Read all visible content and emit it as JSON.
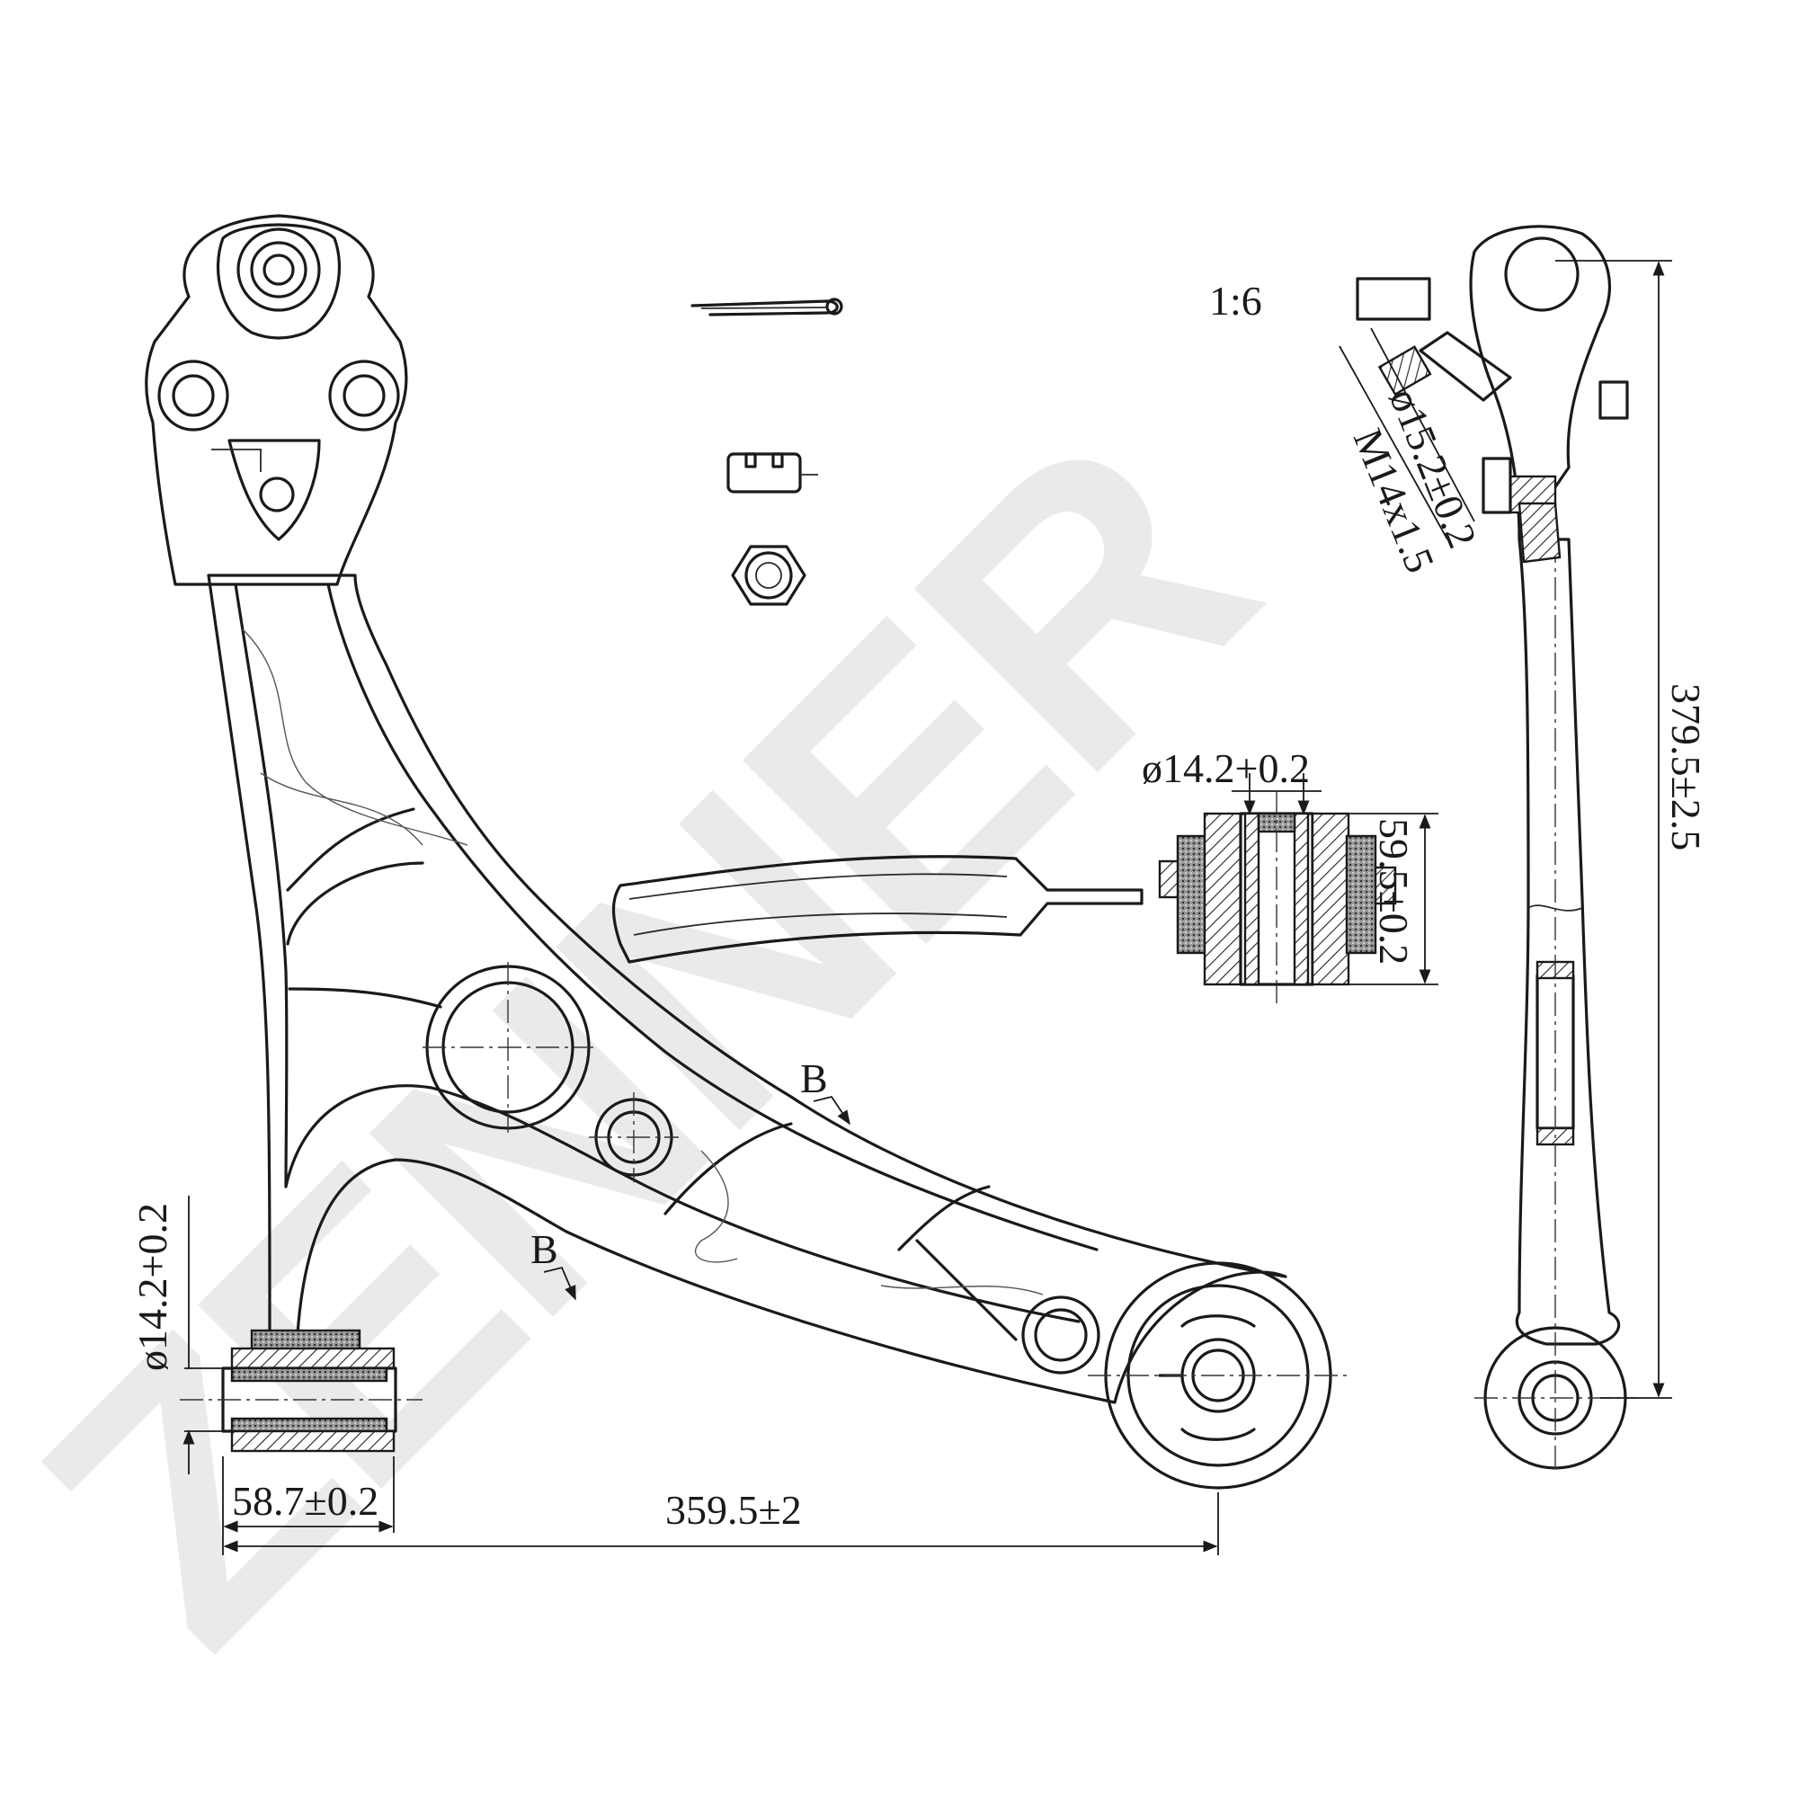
{
  "drawing": {
    "scale": "1:6",
    "watermark": "ZENNER",
    "section_marker": "B",
    "dimensions": {
      "front_bushing_diameter": "ø14.2+0.2",
      "rear_bushing_diameter": "ø14.2+0.2",
      "front_bushing_length": "58.7±0.2",
      "pivot_span": "359.5±2",
      "rear_bushing_length": "59.5±0.2",
      "ball_stud_diameter": "ø15.2±0.2",
      "thread_size": "M14x1.5",
      "overall_length": "379.5±2.5"
    }
  }
}
